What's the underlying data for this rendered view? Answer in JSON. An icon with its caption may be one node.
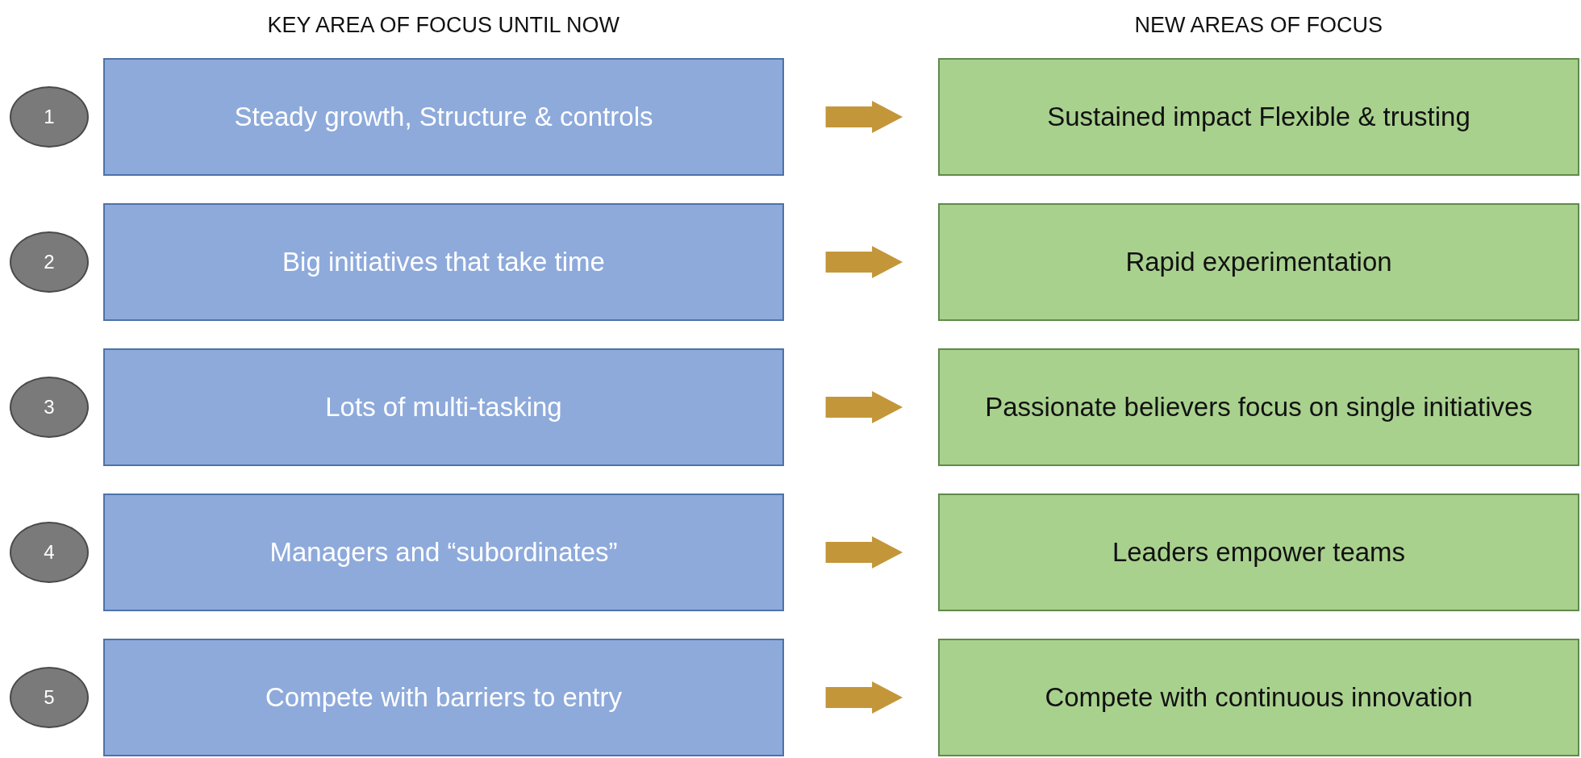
{
  "diagram": {
    "nodes": [
      {
        "text": [
          "1"
        ]
      },
      {
        "text": [
          "Steady growth, Structure & controls"
        ]
      },
      {
        "text": [
          "Sustained impact Flexible & trusting"
        ]
      },
      {
        "text": [
          "2"
        ]
      },
      {
        "text": [
          "Big initiatives that take time"
        ]
      },
      {
        "text": [
          "Rapid experimentation"
        ]
      },
      {
        "text": [
          "3"
        ]
      },
      {
        "text": [
          "Lots of multi-tasking"
        ]
      },
      {
        "text": [
          "Passionate believers focus on single initiatives"
        ]
      },
      {
        "text": [
          "4"
        ]
      },
      {
        "text": [
          "Managers and “subordinates”"
        ]
      },
      {
        "text": [
          "Leaders empower teams"
        ]
      },
      {
        "text": [
          "5"
        ]
      },
      {
        "text": [
          "Compete with barriers to entry"
        ]
      },
      {
        "text": [
          "Compete with continuous innovation"
        ]
      }
    ],
    "edges": [
      {
        "from": 1,
        "to": 2,
        "arrow": "to"
      },
      {
        "from": 4,
        "to": 5,
        "arrow": "to"
      },
      {
        "from": 7,
        "to": 8,
        "arrow": "to"
      },
      {
        "from": 10,
        "to": 11,
        "arrow": "to"
      },
      {
        "from": 13,
        "to": 14,
        "arrow": "to"
      }
    ],
    "labels": [
      "KEY AREA OF FOCUS UNTIL NOW",
      "NEW AREAS OF FOCUS"
    ]
  }
}
